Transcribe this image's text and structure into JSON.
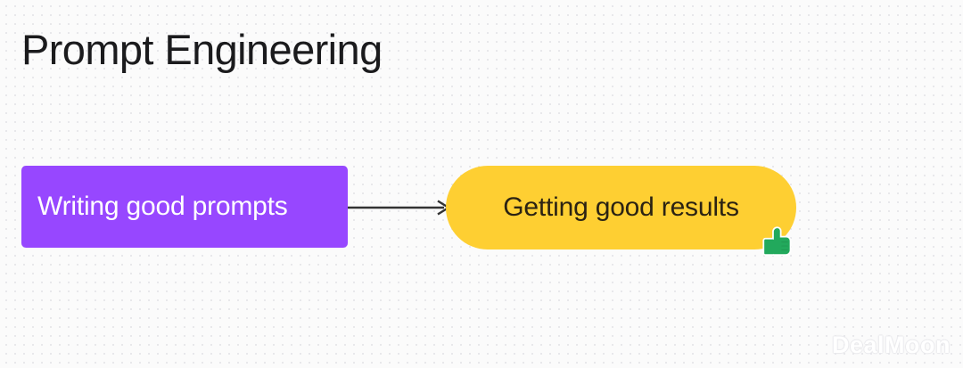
{
  "page": {
    "title": "Prompt Engineering",
    "background_color": "#fbfbfb",
    "grid_dot_color": "#e2e2e6"
  },
  "diagram": {
    "type": "flow",
    "nodes": [
      {
        "id": "writing-good-prompts",
        "label": "Writing good prompts",
        "shape": "rectangle",
        "fill": "#9747ff",
        "text_color": "#ffffff"
      },
      {
        "id": "getting-good-results",
        "label": "Getting good results",
        "shape": "pill",
        "fill": "#fecf32",
        "text_color": "#2b2313"
      }
    ],
    "edges": [
      {
        "id": "edge-1",
        "from": "writing-good-prompts",
        "to": "getting-good-results",
        "style": "solid-arrow",
        "color": "#333333",
        "label": ""
      }
    ]
  },
  "cursor": {
    "icon": "thumbs-up-icon",
    "color": "#22a95c",
    "outline_color": "#ffffff"
  },
  "watermark": {
    "text": "DealMoon"
  }
}
